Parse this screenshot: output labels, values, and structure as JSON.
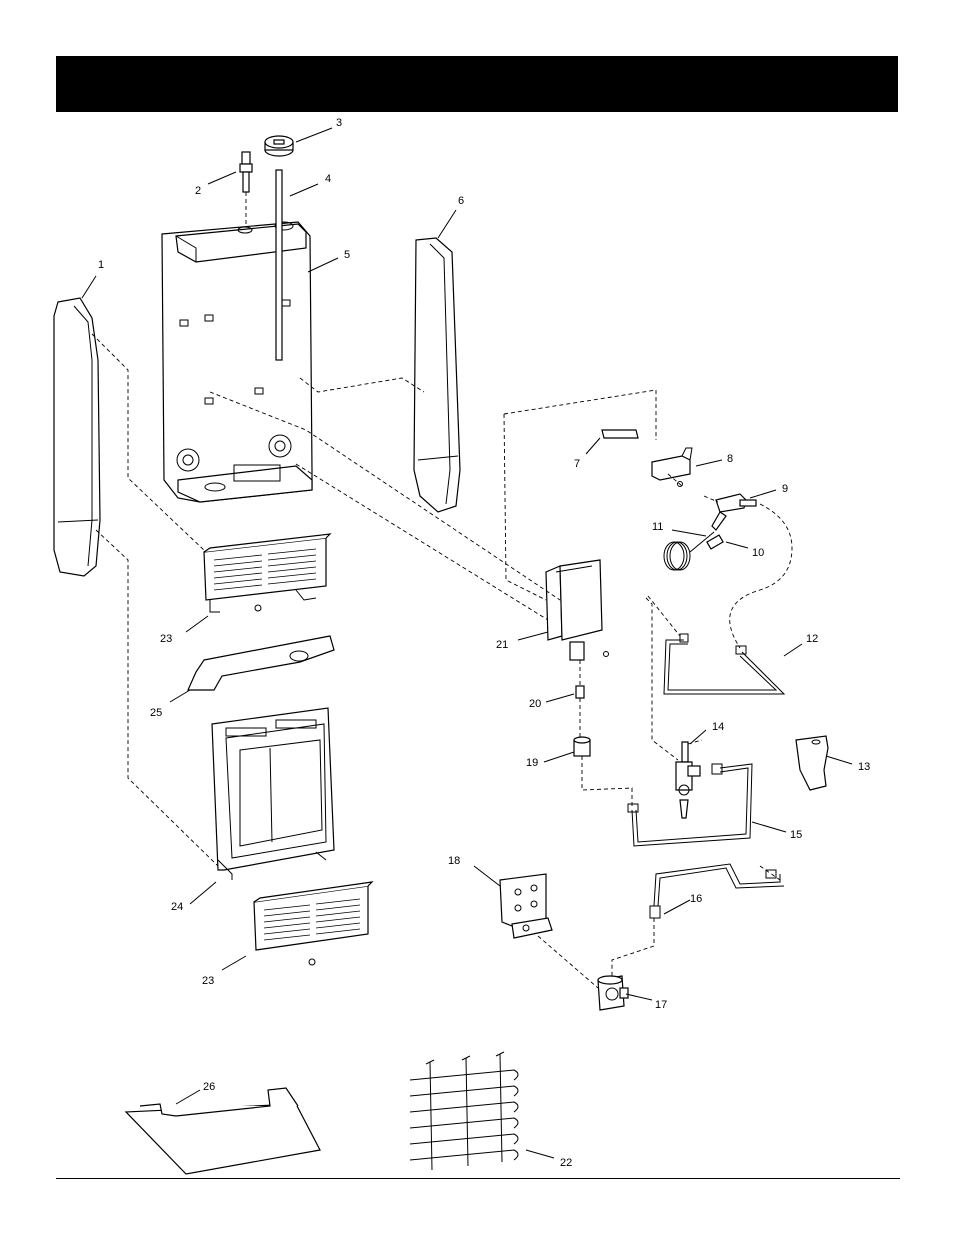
{
  "page": {
    "header_bar_color": "#000000",
    "line_color": "#000000",
    "background": "#ffffff"
  },
  "callouts": [
    {
      "id": "1",
      "label": "1"
    },
    {
      "id": "2",
      "label": "2"
    },
    {
      "id": "3",
      "label": "3"
    },
    {
      "id": "4",
      "label": "4"
    },
    {
      "id": "5",
      "label": "5"
    },
    {
      "id": "6",
      "label": "6"
    },
    {
      "id": "7",
      "label": "7"
    },
    {
      "id": "8",
      "label": "8"
    },
    {
      "id": "9",
      "label": "9"
    },
    {
      "id": "10",
      "label": "10"
    },
    {
      "id": "11",
      "label": "11"
    },
    {
      "id": "12",
      "label": "12"
    },
    {
      "id": "13",
      "label": "13"
    },
    {
      "id": "14",
      "label": "14"
    },
    {
      "id": "15",
      "label": "15"
    },
    {
      "id": "16",
      "label": "16"
    },
    {
      "id": "17",
      "label": "17"
    },
    {
      "id": "18",
      "label": "18"
    },
    {
      "id": "19",
      "label": "19"
    },
    {
      "id": "20",
      "label": "20"
    },
    {
      "id": "21",
      "label": "21"
    },
    {
      "id": "22",
      "label": "22"
    },
    {
      "id": "23a",
      "label": "23"
    },
    {
      "id": "23b",
      "label": "23"
    },
    {
      "id": "24",
      "label": "24"
    },
    {
      "id": "25",
      "label": "25"
    },
    {
      "id": "26",
      "label": "26"
    }
  ]
}
